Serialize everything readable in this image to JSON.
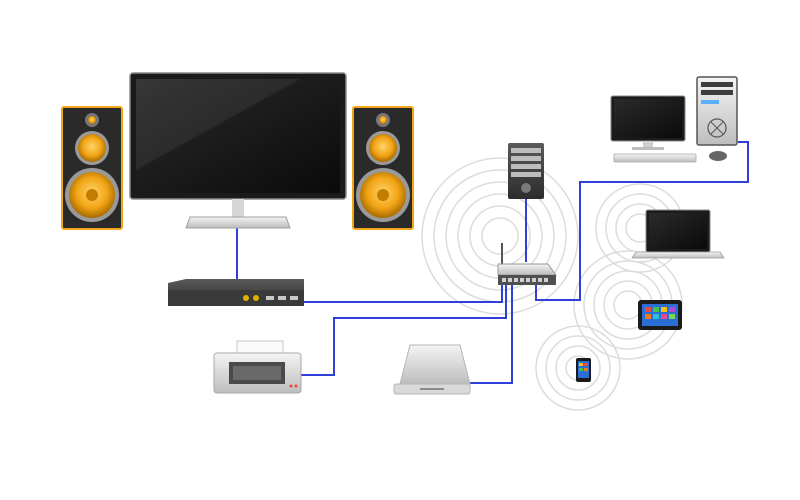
{
  "diagram": {
    "colors": {
      "background": "#ffffff",
      "cable": "#2f3fd8",
      "speaker_cone": "#f2a516",
      "screen": "#141414",
      "device_dark": "#3c3c3c",
      "device_light": "#e8e8e8",
      "wifi_ring": "#d8d8d8"
    },
    "devices": [
      {
        "id": "tv",
        "icon": "flat-screen-tv-icon"
      },
      {
        "id": "speaker-left",
        "icon": "speaker-icon"
      },
      {
        "id": "speaker-right",
        "icon": "speaker-icon"
      },
      {
        "id": "media-box",
        "icon": "set-top-box-icon"
      },
      {
        "id": "server",
        "icon": "server-tower-icon"
      },
      {
        "id": "router",
        "icon": "wifi-router-icon"
      },
      {
        "id": "desktop",
        "icon": "desktop-computer-icon"
      },
      {
        "id": "laptop",
        "icon": "laptop-icon"
      },
      {
        "id": "tablet",
        "icon": "tablet-icon"
      },
      {
        "id": "phone",
        "icon": "smartphone-icon"
      },
      {
        "id": "printer",
        "icon": "printer-icon"
      },
      {
        "id": "storage",
        "icon": "external-drive-icon"
      }
    ],
    "wired_links": [
      [
        "tv",
        "media-box"
      ],
      [
        "media-box",
        "router"
      ],
      [
        "server",
        "router"
      ],
      [
        "desktop",
        "router"
      ],
      [
        "printer",
        "router"
      ],
      [
        "storage",
        "router"
      ]
    ],
    "wireless_devices": [
      "router",
      "laptop",
      "tablet",
      "phone"
    ]
  }
}
